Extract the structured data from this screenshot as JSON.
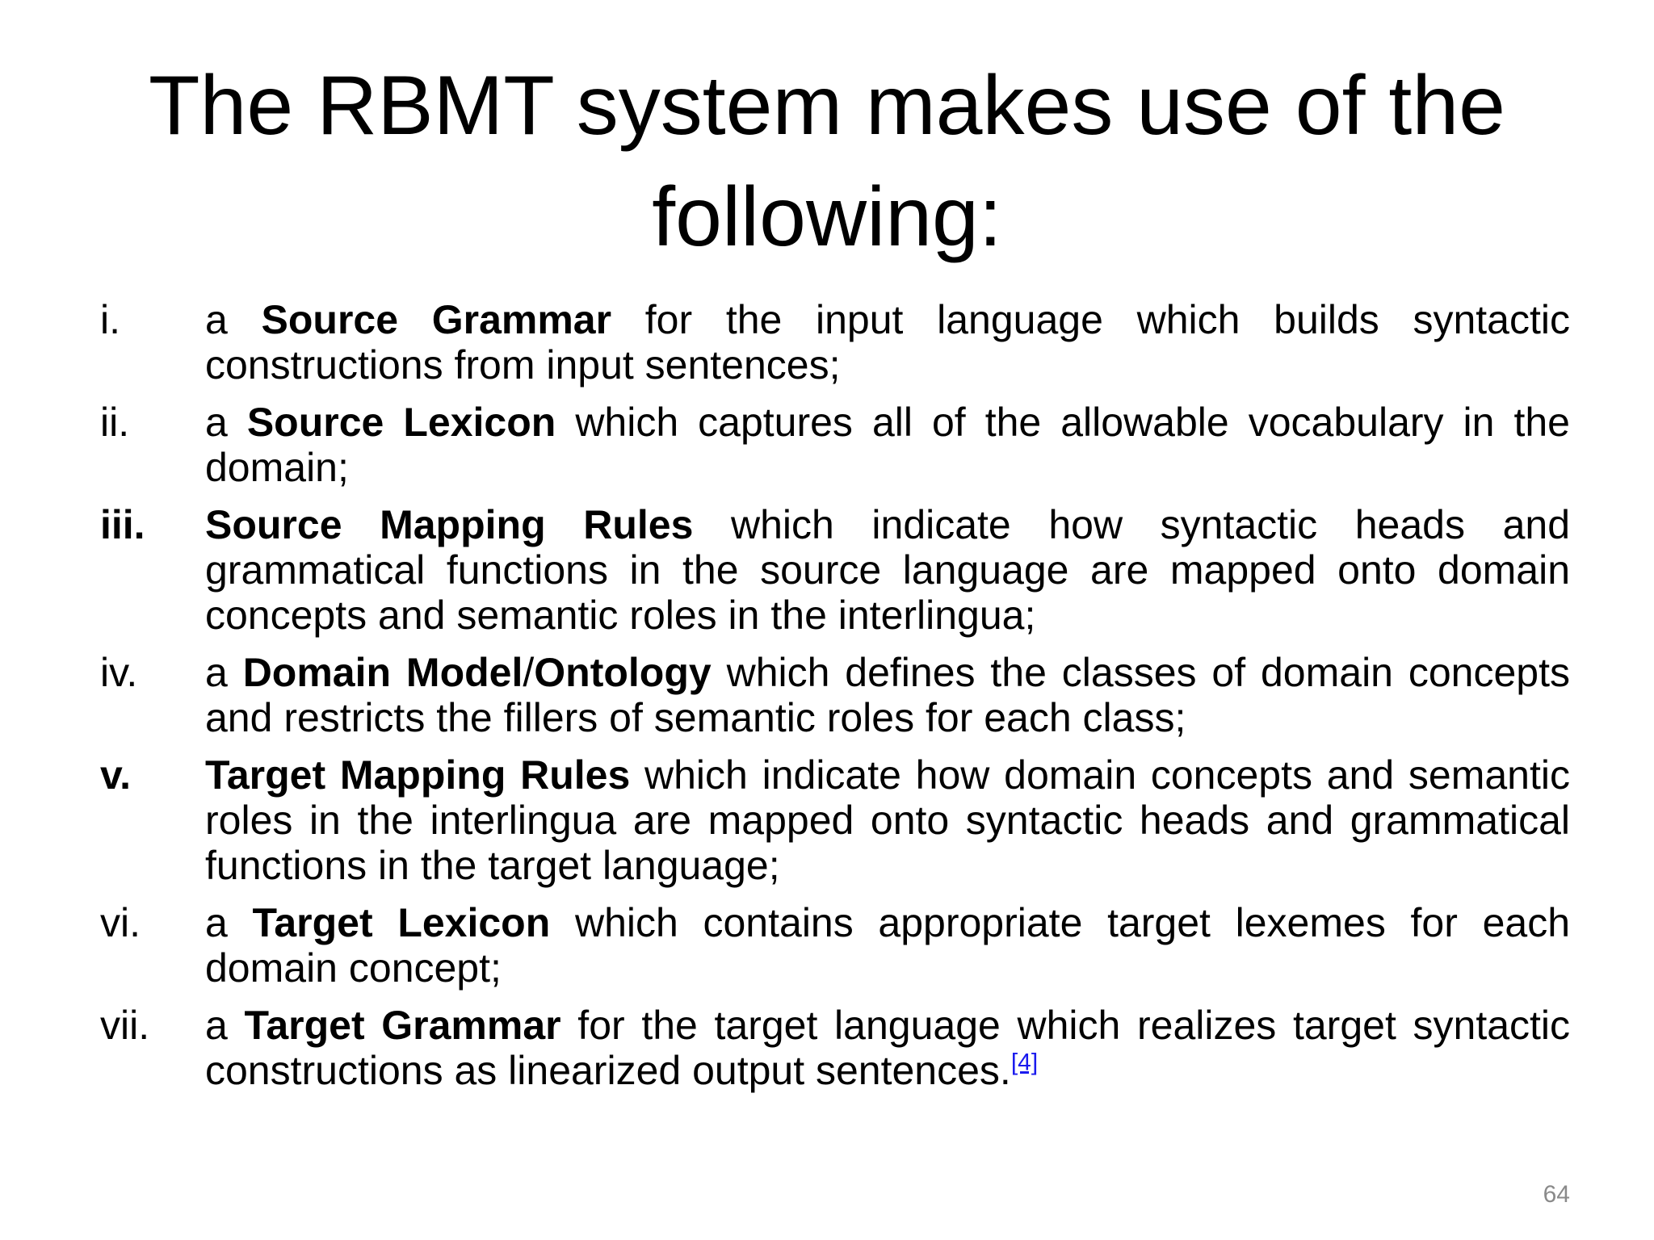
{
  "slide": {
    "title": "The RBMT system makes use of the following:",
    "page_number": "64"
  },
  "items": [
    {
      "marker": "i.",
      "marker_bold": false,
      "prefix": "a ",
      "bold": "Source Grammar",
      "rest": " for the input language which builds syntactic constructions from input sentences;"
    },
    {
      "marker": "ii.",
      "marker_bold": false,
      "prefix": "a ",
      "bold": "Source Lexicon",
      "rest": " which captures all of the allowable vocabulary in the domain;"
    },
    {
      "marker": "iii.",
      "marker_bold": true,
      "prefix": "",
      "bold": "Source Mapping Rules",
      "rest": " which indicate how syntactic heads and grammatical functions in the source language are mapped onto domain concepts and semantic roles in the interlingua;"
    },
    {
      "marker": "iv.",
      "marker_bold": false,
      "prefix": "a ",
      "bold": "Domain Model",
      "mid": "/",
      "bold2": "Ontology",
      "rest": " which defines the classes of domain concepts and restricts the fillers of semantic roles for each class;"
    },
    {
      "marker": "v.",
      "marker_bold": true,
      "prefix": "",
      "bold": "Target Mapping Rules",
      "rest": " which indicate how domain concepts and semantic roles in the interlingua are mapped onto syntactic heads and grammatical functions in the target language;"
    },
    {
      "marker": "vi.",
      "marker_bold": false,
      "prefix": "a ",
      "bold": "Target Lexicon",
      "rest": " which contains appropriate target lexemes for each domain concept;"
    },
    {
      "marker": "vii.",
      "marker_bold": false,
      "prefix": "a ",
      "bold": "Target Grammar",
      "rest": " for the target language which realizes target syntactic constructions as linearized output sentences.",
      "citation": "[4]"
    }
  ],
  "colors": {
    "text": "#000000",
    "citation_link": "#1a1aee",
    "page_number": "#8a8a8a",
    "background": "#ffffff"
  }
}
